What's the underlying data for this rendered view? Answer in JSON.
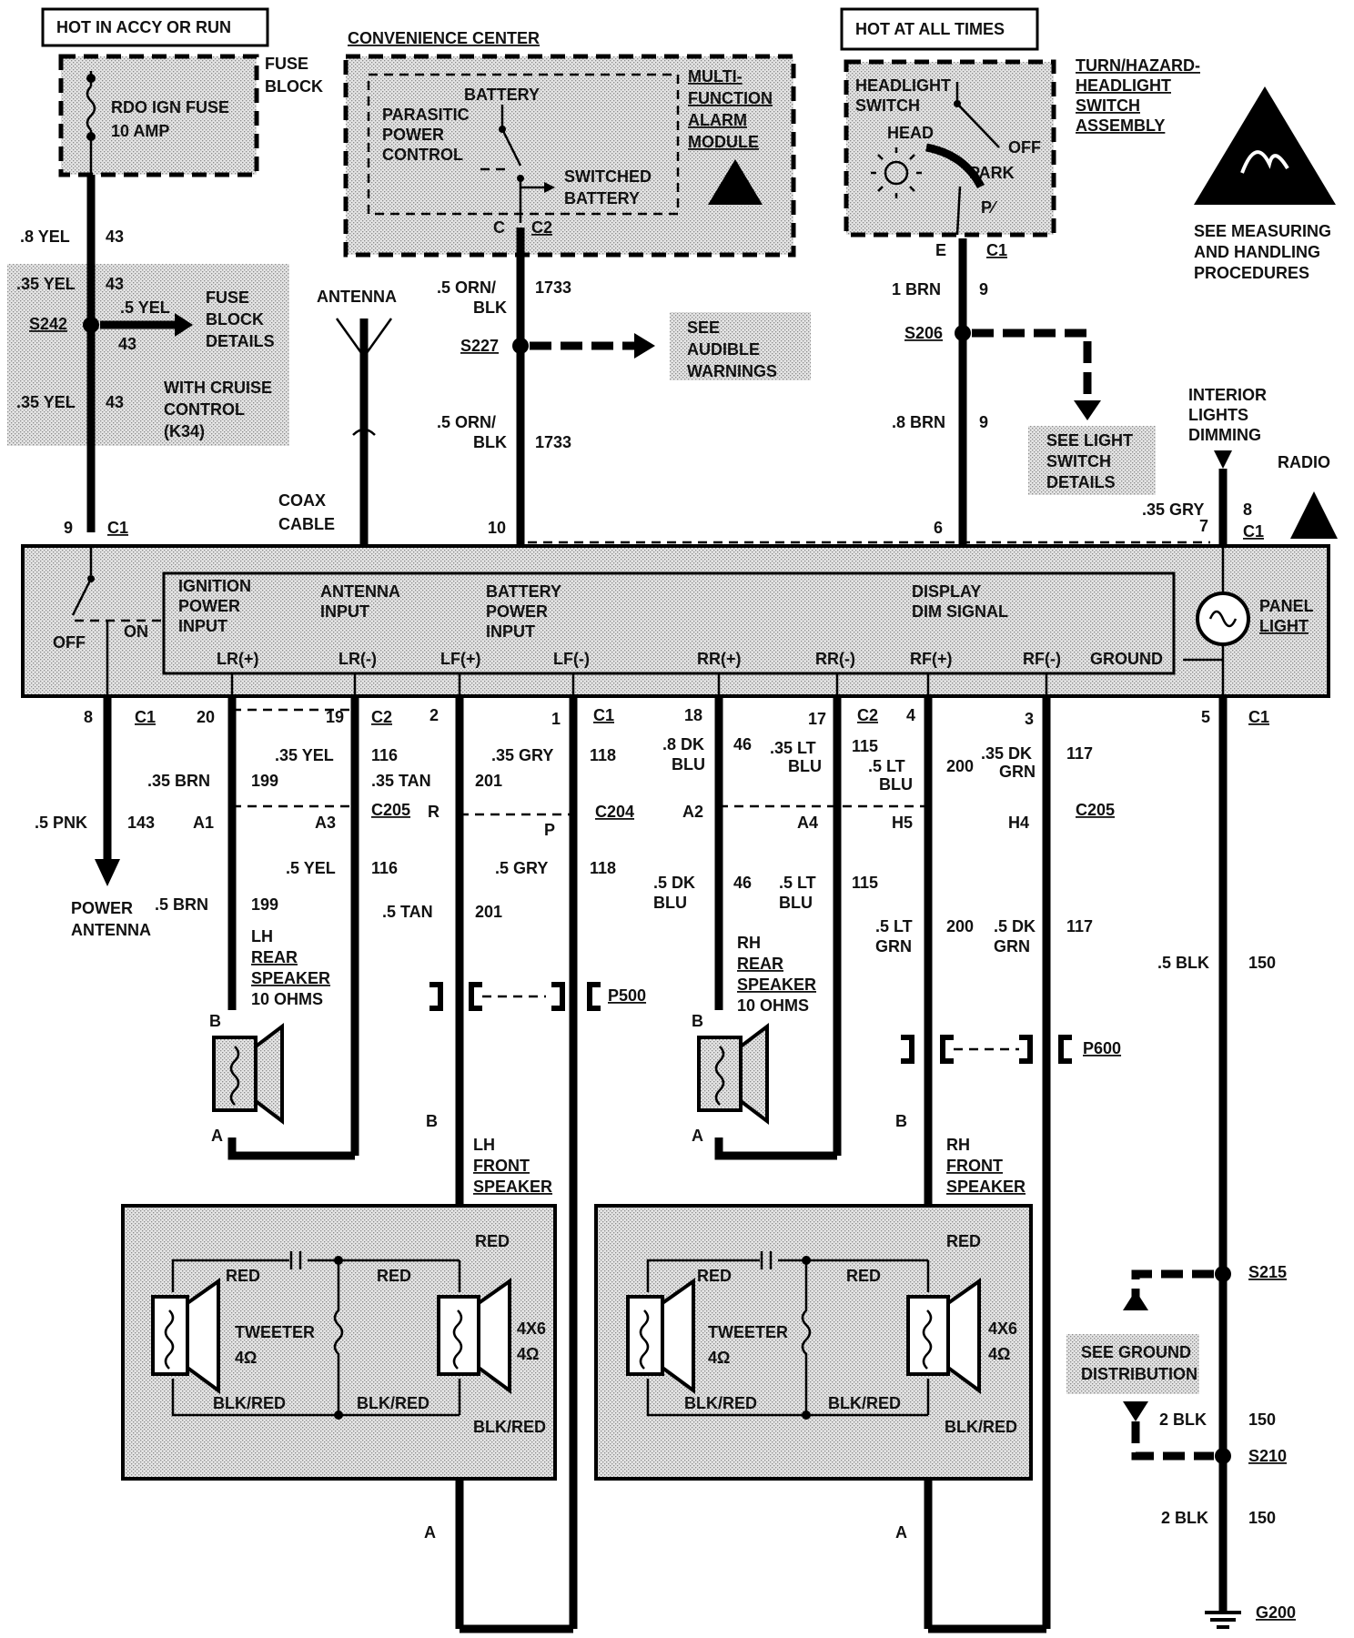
{
  "power": {
    "hot_accy_run": "HOT IN ACCY OR RUN",
    "hot_all_times": "HOT AT ALL TIMES",
    "fuse_block": [
      "FUSE",
      "BLOCK"
    ],
    "fuse_name": "RDO IGN  FUSE",
    "fuse_rating": "10 AMP"
  },
  "convenience": {
    "title": "CONVENIENCE CENTER",
    "battery": "BATTERY",
    "parasitic": [
      "PARASITIC",
      "POWER",
      "CONTROL"
    ],
    "switched": [
      "SWITCHED",
      "BATTERY"
    ],
    "module": [
      "MULTI-",
      "FUNCTION",
      "ALARM",
      "MODULE"
    ],
    "pin": "C",
    "connector": "C2"
  },
  "headlight": {
    "switch": [
      "HEADLIGHT",
      "SWITCH"
    ],
    "head": "HEAD",
    "off": "OFF",
    "park": "PARK",
    "assembly": [
      "TURN/HAZARD-",
      "HEADLIGHT",
      "SWITCH",
      "ASSEMBLY"
    ],
    "pin": "E",
    "connector": "C1"
  },
  "esd_note": [
    "SEE  MEASURING",
    "AND HANDLING",
    "PROCEDURES"
  ],
  "wires_top": {
    "w1": [
      ".8 YEL",
      "43"
    ],
    "w2": [
      ".35 YEL",
      "43"
    ],
    "s242": "S242",
    "w3": [
      ".5 YEL",
      "43"
    ],
    "fuse_details": [
      "FUSE",
      "BLOCK",
      "DETAILS"
    ],
    "w4": [
      ".35 YEL",
      "43"
    ],
    "cruise": [
      "WITH CRUISE",
      "CONTROL",
      "(K34)"
    ],
    "antenna": "ANTENNA",
    "coax": [
      "COAX",
      "CABLE"
    ],
    "w5": [
      ".5 ORN/",
      "BLK",
      "1733"
    ],
    "s227": "S227",
    "audible": [
      "SEE",
      "AUDIBLE",
      "WARNINGS"
    ],
    "w6": [
      ".5 ORN/",
      "BLK",
      "1733"
    ],
    "w7": [
      "1 BRN",
      "9"
    ],
    "s206": "S206",
    "w8": [
      ".8 BRN",
      "9"
    ],
    "light_details": [
      "SEE LIGHT",
      "SWITCH",
      "DETAILS"
    ],
    "dimming": [
      "INTERIOR",
      "LIGHTS",
      "DIMMING"
    ],
    "radio": "RADIO",
    "w9": [
      ".35 GRY",
      "7"
    ]
  },
  "radio": {
    "top_pins": [
      "9",
      "C1",
      "10",
      "6",
      "8",
      "C1"
    ],
    "switch_off": "OFF",
    "switch_on": "ON",
    "ign": [
      "IGNITION",
      "POWER",
      "INPUT"
    ],
    "ant": [
      "ANTENNA",
      "INPUT"
    ],
    "bat": [
      "BATTERY",
      "POWER",
      "INPUT"
    ],
    "dim": [
      "DISPLAY",
      "DIM SIGNAL"
    ],
    "panel": [
      "PANEL",
      "LIGHT"
    ],
    "outputs": [
      "LR(+)",
      "LR(-)",
      "LF(+)",
      "LF(-)",
      "RR(+)",
      "RR(-)",
      "RF(+)",
      "RF(-)",
      "GROUND"
    ]
  },
  "bottom": {
    "pins": [
      "8",
      "C1",
      "20",
      "19",
      "C2",
      "2",
      "1",
      "C1",
      "18",
      "17",
      "C2",
      "4",
      "3",
      "5",
      "C1"
    ],
    "w_pnk": [
      ".5 PNK",
      "143"
    ],
    "power_antenna": [
      "POWER",
      "ANTENNA"
    ],
    "w_brn35": [
      ".35 BRN",
      "199"
    ],
    "w_yel35": [
      ".35 YEL",
      "116"
    ],
    "w_tan35": [
      ".35 TAN",
      "201"
    ],
    "w_gry35": [
      ".35 GRY",
      "118"
    ],
    "w_dkblu8": [
      ".8 DK",
      "BLU",
      "46"
    ],
    "w_ltblu35": [
      ".35 LT",
      "BLU",
      "115"
    ],
    "w_ltblu5": [
      ".5 LT",
      "BLU",
      "200"
    ],
    "w_dkgrn35": [
      ".35 DK",
      "GRN",
      "117"
    ],
    "c205_pins": [
      "A1",
      "A3",
      "C205"
    ],
    "c204_pins": [
      "R",
      "P",
      "C204"
    ],
    "c205b_pins": [
      "A2",
      "A4",
      "H5",
      "H4",
      "C205"
    ],
    "w_yel5": [
      ".5 YEL",
      "116"
    ],
    "w_brn5": [
      ".5 BRN",
      "199"
    ],
    "w_gry5": [
      ".5 GRY",
      "118"
    ],
    "w_tan5": [
      ".5 TAN",
      "201"
    ],
    "w_dkblu5": [
      ".5 DK",
      "BLU",
      "46"
    ],
    "w_ltblu5b": [
      ".5 LT",
      "BLU",
      "115"
    ],
    "w_ltgrn5": [
      ".5 LT",
      "GRN",
      "200"
    ],
    "w_dkgrn5": [
      ".5 DK",
      "GRN",
      "117"
    ],
    "w_blk": [
      ".5 BLK",
      "150"
    ],
    "lh_rear": [
      "LH",
      "REAR",
      "SPEAKER",
      "10 OHMS"
    ],
    "rh_rear": [
      "RH",
      "REAR",
      "SPEAKER",
      "10 OHMS"
    ],
    "p500": "P500",
    "p600": "P600",
    "lh_front": [
      "LH",
      "FRONT",
      "SPEAKER"
    ],
    "rh_front": [
      "RH",
      "FRONT",
      "SPEAKER"
    ],
    "pin_a": "A",
    "pin_b": "B",
    "red": "RED",
    "blkred": "BLK/RED",
    "tweeter": "TWEETER",
    "ohm4": "4Ω",
    "size": "4X6",
    "s215": "S215",
    "ground_dist": [
      "SEE GROUND",
      "DISTRIBUTION"
    ],
    "w_blk2a": [
      "2 BLK",
      "150"
    ],
    "s210": "S210",
    "w_blk2b": [
      "2 BLK",
      "150"
    ],
    "g200": "G200"
  }
}
